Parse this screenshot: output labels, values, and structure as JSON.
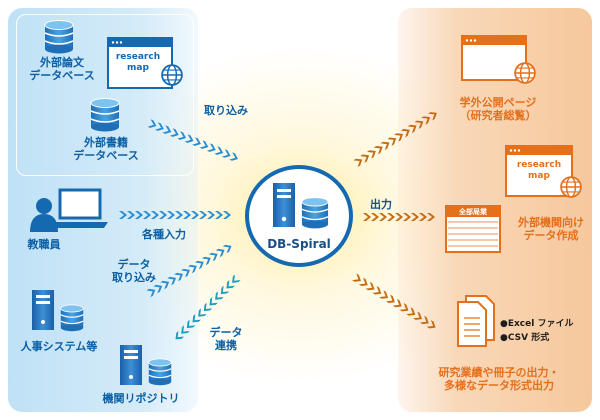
{
  "left": {
    "external_paper_db": "外部論文\nデータベース",
    "research_map": "research\nmap",
    "external_book_db": "外部書籍\nデータベース",
    "torikomi": "取り込み",
    "faculty": "教職員",
    "various_input": "各種入力",
    "data_import": "データ\n取り込み",
    "hr_system": "人事システム等",
    "data_link": "データ\n連携",
    "repository": "機関リポジトリ"
  },
  "center": {
    "title": "DB-Spiral",
    "output": "出力"
  },
  "right": {
    "public_page": "学外公開ページ\n（研究者総覧）",
    "research_map2": "research\nmap",
    "external_data": "外部機関向け\nデータ作成",
    "document_title": "全部局業",
    "excel": "●Excel ファイル",
    "csv": "●CSV 形式",
    "multi_output": "研究業績や冊子の出力・\n多様なデータ形式出力"
  },
  "colors": {
    "blue": "#1569b0",
    "orange": "#e4701c",
    "navy": "#1a4f86"
  }
}
